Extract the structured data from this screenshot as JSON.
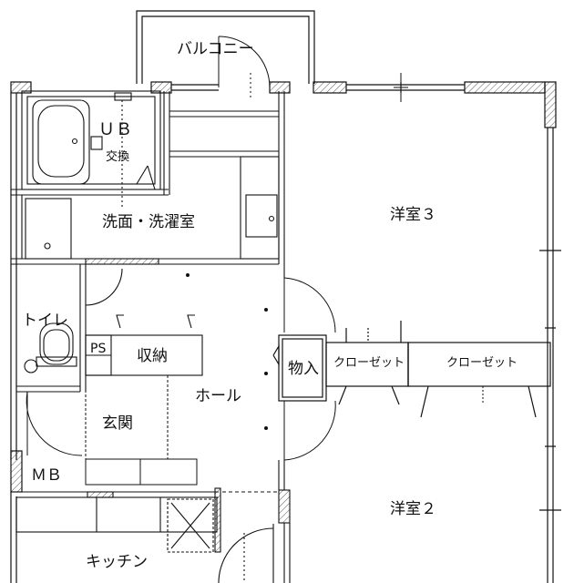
{
  "rooms": {
    "balcony": "バルコニー",
    "unit_bath": "ＵＢ",
    "replace_note": "交換",
    "washroom": "洗面・洗濯室",
    "western_room_3": "洋室３",
    "toilet": "トイレ",
    "ps": "PS",
    "storage": "収納",
    "storeroom": "物入",
    "closet_1": "クローゼット",
    "closet_2": "クローゼット",
    "hall": "ホール",
    "entrance": "玄関",
    "mb": "ＭＢ",
    "western_room_2": "洋室２",
    "kitchen": "キッチン"
  }
}
